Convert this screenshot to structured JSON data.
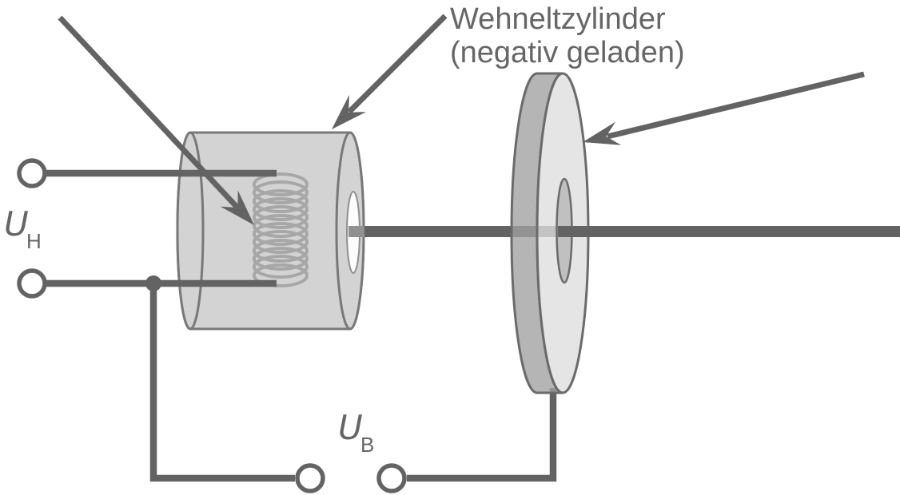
{
  "labels": {
    "wehnelt_line1": "Wehneltzylinder",
    "wehnelt_line2": "(negativ geladen)",
    "heater_voltage_symbol": "U",
    "heater_voltage_sub": "H",
    "accel_voltage_symbol": "U",
    "accel_voltage_sub": "B"
  },
  "colors": {
    "background": "#ffffff",
    "line": "#636363",
    "text": "#666666",
    "cylinder_fill": "#d3d3d3",
    "cylinder_stroke": "#787878",
    "coil": "#a7a7a7",
    "disc_rim": "#a0a0a0",
    "disc_face": "#dedede",
    "disc_hole": "#bababa",
    "disc_stroke": "#6b6b6b",
    "beam_dim": "#919191"
  }
}
